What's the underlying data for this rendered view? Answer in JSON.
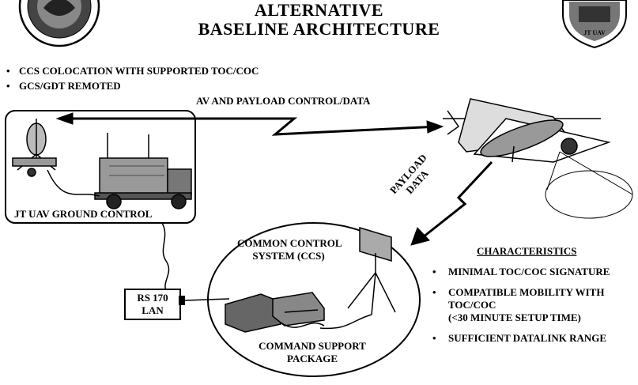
{
  "title": {
    "line1": "ALTERNATIVE",
    "line2": "BASELINE ARCHITECTURE"
  },
  "bullets": [
    "CCS COLOCATION WITH SUPPORTED TOC/COC",
    "GCS/GDT REMOTED"
  ],
  "labels": {
    "link": "AV AND PAYLOAD CONTROL/DATA",
    "payload_data_1": "PAYLOAD",
    "payload_data_2": "DATA",
    "ground_control": "JT UAV GROUND CONTROL",
    "ccs_1": "COMMON CONTROL",
    "ccs_2": "SYSTEM (CCS)",
    "rs170_1": "RS 170",
    "rs170_2": "LAN",
    "csp_1": "COMMAND SUPPORT",
    "csp_2": "PACKAGE"
  },
  "characteristics": {
    "heading": "CHARACTERISTICS",
    "items": [
      "MINIMAL TOC/COC SIGNATURE",
      "COMPATIBLE MOBILITY WITH",
      "TOC/COC",
      "(<30 MINUTE SETUP TIME)",
      "SUFFICIENT DATALINK RANGE"
    ]
  },
  "emblems": {
    "right_text": "JT UAV"
  },
  "icons": [
    "left-seal-icon",
    "jt-uav-emblem-icon",
    "uav-aircraft-icon",
    "humvee-shelter-icon",
    "antenna-tripod-icon",
    "ccs-console-icon"
  ]
}
